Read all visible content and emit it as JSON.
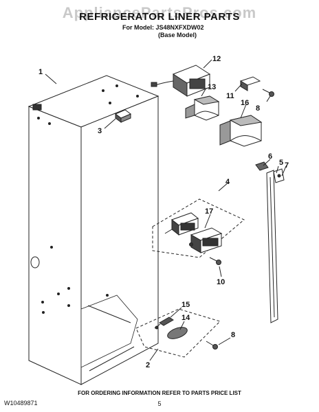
{
  "watermark": "AppliancePartsPros.com",
  "title": "REFRIGERATOR LINER PARTS",
  "model_line": "For Model: JS48NXFXDW02",
  "model_sub": "(Base Model)",
  "footer_left": "W10489871",
  "footer_center": "FOR ORDERING INFORMATION REFER TO PARTS PRICE LIST",
  "page_number": "5",
  "callouts": {
    "c1": "1",
    "c2": "2",
    "c3": "3",
    "c4": "4",
    "c5": "5",
    "c6": "6",
    "c7": "7",
    "c8a": "8",
    "c8b": "8",
    "c10": "10",
    "c11": "11",
    "c12": "12",
    "c13": "13",
    "c14": "14",
    "c15": "15",
    "c16": "16",
    "c17": "17"
  }
}
